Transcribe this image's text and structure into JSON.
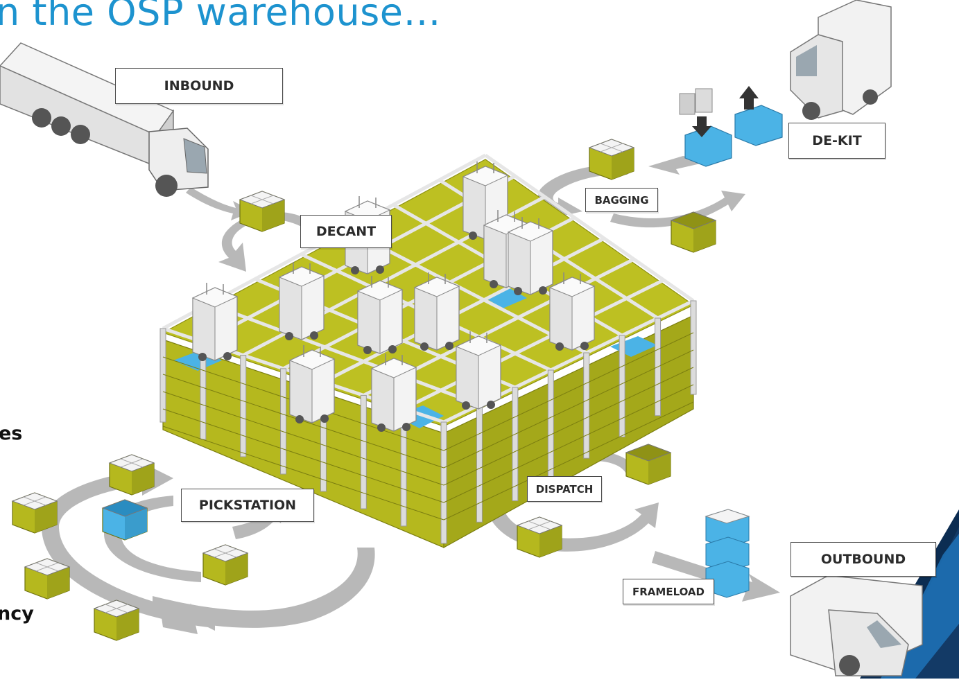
{
  "title": "n the OSP warehouse…",
  "side_text": [
    "es",
    "ncy"
  ],
  "stations": {
    "inbound": "INBOUND",
    "dekit": "DE-KIT",
    "bagging": "BAGGING",
    "decant": "DECANT",
    "pickstation": "PICKSTATION",
    "dispatch": "DISPATCH",
    "frameload": "FRAMELOAD",
    "outbound": "OUTBOUND"
  },
  "colors": {
    "title": "#1d93cf",
    "tote": "#b5b81e",
    "tote_side": "#9fa31a",
    "blue_bin": "#4bb3e6",
    "arrow": "#b8b8b8",
    "grid_frame": "#dcdcdc",
    "corner_navy": "#0c2d52",
    "corner_blue": "#1e73b8"
  }
}
